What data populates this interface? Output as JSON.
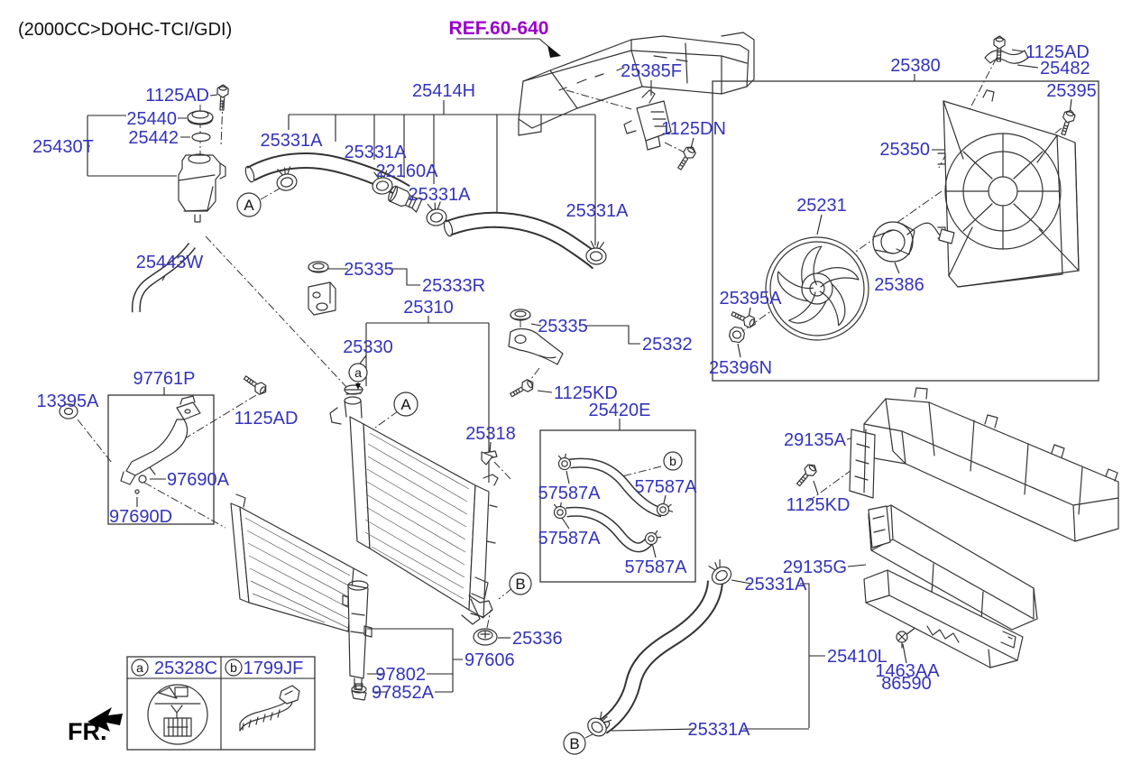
{
  "title": "(2000CC>DOHC-TCI/GDI)",
  "ref": {
    "label": "REF.60-640"
  },
  "fr": {
    "label": "FR."
  },
  "colors": {
    "part_label": "#3333bb",
    "ref_label": "#9900cc",
    "line": "#222222"
  },
  "markers": {
    "A": "A",
    "B": "B",
    "a": "a",
    "b": "b"
  },
  "legend": {
    "a_code": "25328C",
    "b_code": "1799JF"
  },
  "parts": {
    "p1125AD": "1125AD",
    "p25440": "25440",
    "p25442": "25442",
    "p25430T": "25430T",
    "p25443W": "25443W",
    "p25331A": "25331A",
    "p25414H": "25414H",
    "p22160A": "22160A",
    "p25385F": "25385F",
    "p1125DN": "1125DN",
    "p25380": "25380",
    "p25482": "25482",
    "p25395": "25395",
    "p25350": "25350",
    "p25231": "25231",
    "p25386": "25386",
    "p25395A": "25395A",
    "p25396N": "25396N",
    "p25335": "25335",
    "p25333R": "25333R",
    "p25310": "25310",
    "p25330": "25330",
    "p25332": "25332",
    "p1125KD": "1125KD",
    "p25318": "25318",
    "p25420E": "25420E",
    "p57587A": "57587A",
    "p29135A": "29135A",
    "p29135G": "29135G",
    "p25410L": "25410L",
    "p1463AA": "1463AA",
    "p86590": "86590",
    "p97761P": "97761P",
    "p13395A": "13395A",
    "p97690A": "97690A",
    "p97690D": "97690D",
    "p97606": "97606",
    "p97802": "97802",
    "p97852A": "97852A",
    "p25336": "25336",
    "p25328C": "25328C",
    "p1799JF": "1799JF"
  }
}
